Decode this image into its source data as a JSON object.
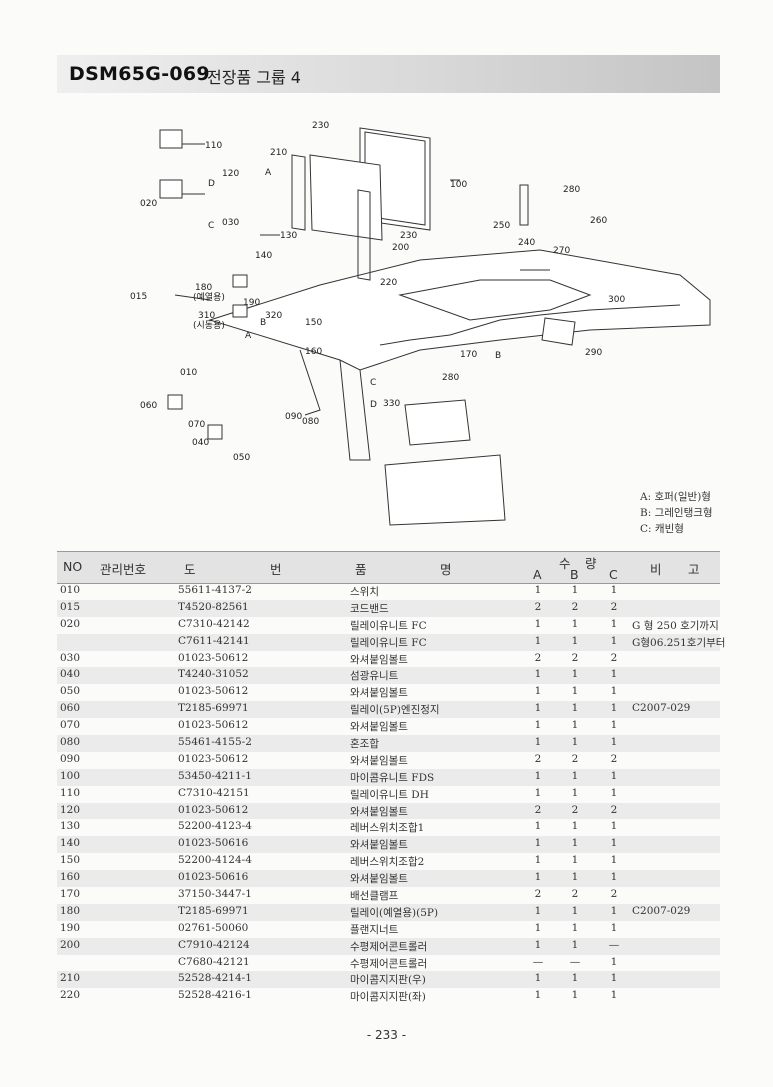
{
  "header": {
    "code": "DSM65G-069",
    "title": "전장품 그룹 4"
  },
  "diagram": {
    "labels": [
      "230",
      "210",
      "A",
      "100",
      "110",
      "120",
      "D",
      "020",
      "030",
      "C",
      "130",
      "140",
      "230",
      "200",
      "220",
      "280",
      "250",
      "260",
      "240",
      "270",
      "180",
      "(예열용)",
      "190",
      "015",
      "310",
      "(시동용)",
      "320",
      "B",
      "A",
      "150",
      "160",
      "300",
      "290",
      "B",
      "170",
      "280",
      "010",
      "C",
      "060",
      "090",
      "080",
      "D",
      "330",
      "070",
      "040",
      "050"
    ]
  },
  "legend": [
    "A: 호퍼(일반)형",
    "B: 그레인탱크형",
    "C: 캐빈형"
  ],
  "table": {
    "headers": {
      "no": "NO",
      "mgmt": "관리번호",
      "do": "도",
      "beon": "번",
      "pum": "품",
      "myeong": "명",
      "su": "수",
      "ryang": "량",
      "a": "A",
      "b": "B",
      "c": "C",
      "bi": "비",
      "go": "고"
    },
    "rows": [
      {
        "no": "010",
        "part": "55611-4137-2",
        "name": "스위치",
        "a": "1",
        "b": "1",
        "c": "1",
        "rmk": ""
      },
      {
        "no": "015",
        "part": "T4520-82561",
        "name": "코드밴드",
        "a": "2",
        "b": "2",
        "c": "2",
        "rmk": ""
      },
      {
        "no": "020",
        "part": "C7310-42142",
        "name": "릴레이유니트 FC",
        "a": "1",
        "b": "1",
        "c": "1",
        "rmk": "G 형 250 호기까지"
      },
      {
        "no": "",
        "part": "C7611-42141",
        "name": "릴레이유니트 FC",
        "a": "1",
        "b": "1",
        "c": "1",
        "rmk": "G형06.251호기부터"
      },
      {
        "no": "030",
        "part": "01023-50612",
        "name": "와셔붙임볼트",
        "a": "2",
        "b": "2",
        "c": "2",
        "rmk": ""
      },
      {
        "no": "040",
        "part": "T4240-31052",
        "name": "섬광유니트",
        "a": "1",
        "b": "1",
        "c": "1",
        "rmk": ""
      },
      {
        "no": "050",
        "part": "01023-50612",
        "name": "와셔붙임볼트",
        "a": "1",
        "b": "1",
        "c": "1",
        "rmk": ""
      },
      {
        "no": "060",
        "part": "T2185-69971",
        "name": "릴레이(5P)엔진정지",
        "a": "1",
        "b": "1",
        "c": "1",
        "rmk": "C2007-029"
      },
      {
        "no": "070",
        "part": "01023-50612",
        "name": "와셔붙임볼트",
        "a": "1",
        "b": "1",
        "c": "1",
        "rmk": ""
      },
      {
        "no": "080",
        "part": "55461-4155-2",
        "name": "혼조합",
        "a": "1",
        "b": "1",
        "c": "1",
        "rmk": ""
      },
      {
        "no": "090",
        "part": "01023-50612",
        "name": "와셔붙임볼트",
        "a": "2",
        "b": "2",
        "c": "2",
        "rmk": ""
      },
      {
        "no": "100",
        "part": "53450-4211-1",
        "name": "마이콤유니트 FDS",
        "a": "1",
        "b": "1",
        "c": "1",
        "rmk": ""
      },
      {
        "no": "110",
        "part": "C7310-42151",
        "name": "릴레이유니트 DH",
        "a": "1",
        "b": "1",
        "c": "1",
        "rmk": ""
      },
      {
        "no": "120",
        "part": "01023-50612",
        "name": "와셔붙임볼트",
        "a": "2",
        "b": "2",
        "c": "2",
        "rmk": ""
      },
      {
        "no": "130",
        "part": "52200-4123-4",
        "name": "레버스위치조합1",
        "a": "1",
        "b": "1",
        "c": "1",
        "rmk": ""
      },
      {
        "no": "140",
        "part": "01023-50616",
        "name": "와셔붙임볼트",
        "a": "1",
        "b": "1",
        "c": "1",
        "rmk": ""
      },
      {
        "no": "150",
        "part": "52200-4124-4",
        "name": "레버스위치조합2",
        "a": "1",
        "b": "1",
        "c": "1",
        "rmk": ""
      },
      {
        "no": "160",
        "part": "01023-50616",
        "name": "와셔붙임볼트",
        "a": "1",
        "b": "1",
        "c": "1",
        "rmk": ""
      },
      {
        "no": "170",
        "part": "37150-3447-1",
        "name": "배선클램프",
        "a": "2",
        "b": "2",
        "c": "2",
        "rmk": ""
      },
      {
        "no": "180",
        "part": "T2185-69971",
        "name": "릴레이(예열용)(5P)",
        "a": "1",
        "b": "1",
        "c": "1",
        "rmk": "C2007-029"
      },
      {
        "no": "190",
        "part": "02761-50060",
        "name": "플랜지너트",
        "a": "1",
        "b": "1",
        "c": "1",
        "rmk": ""
      },
      {
        "no": "200",
        "part": "C7910-42124",
        "name": "수평제어콘트롤러",
        "a": "1",
        "b": "1",
        "c": "—",
        "rmk": ""
      },
      {
        "no": "",
        "part": "C7680-42121",
        "name": "수평제어콘트롤러",
        "a": "—",
        "b": "—",
        "c": "1",
        "rmk": ""
      },
      {
        "no": "210",
        "part": "52528-4214-1",
        "name": "마이콤지지판(우)",
        "a": "1",
        "b": "1",
        "c": "1",
        "rmk": ""
      },
      {
        "no": "220",
        "part": "52528-4216-1",
        "name": "마이콤지지판(좌)",
        "a": "1",
        "b": "1",
        "c": "1",
        "rmk": ""
      }
    ]
  },
  "footer": {
    "page": "- 233 -"
  }
}
